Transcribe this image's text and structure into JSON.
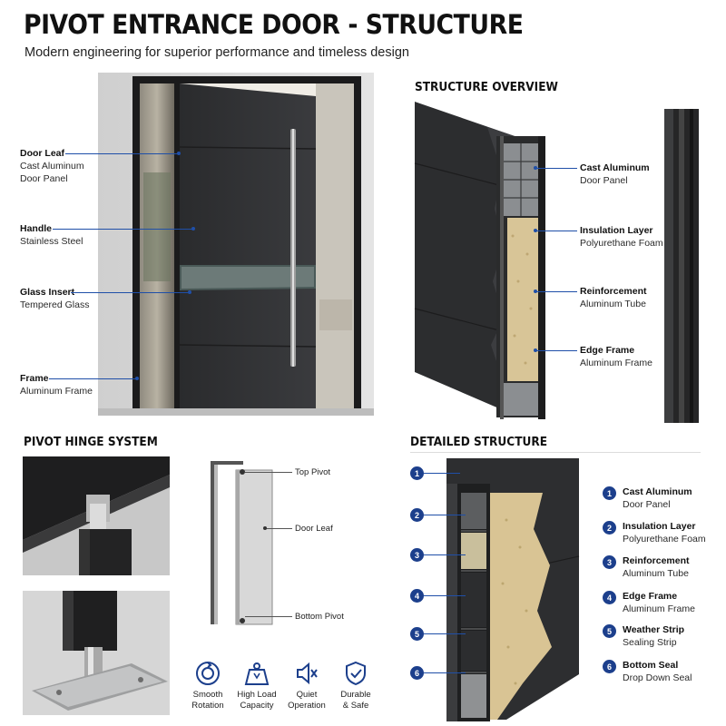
{
  "header": {
    "title": "PIVOT ENTRANCE DOOR - STRUCTURE",
    "subtitle": "Modern engineering for superior performance and timeless design"
  },
  "door_labels": [
    {
      "title": "Door Leaf",
      "sub1": "Cast Aluminum",
      "sub2": "Door Panel"
    },
    {
      "title": "Handle",
      "sub1": "Stainless Steel"
    },
    {
      "title": "Glass Insert",
      "sub1": "Tempered Glass"
    },
    {
      "title": "Frame",
      "sub1": "Aluminum Frame"
    }
  ],
  "structure_overview": {
    "heading": "STRUCTURE OVERVIEW",
    "labels": [
      {
        "title": "Cast Aluminum",
        "sub": "Door Panel"
      },
      {
        "title": "Insulation Layer",
        "sub": "Polyurethane Foam"
      },
      {
        "title": "Reinforcement",
        "sub": "Aluminum Tube"
      },
      {
        "title": "Edge Frame",
        "sub": "Aluminum Frame"
      }
    ]
  },
  "pivot_hinge": {
    "heading": "PIVOT HINGE SYSTEM",
    "diagram_labels": {
      "top": "Top Pivot",
      "leaf": "Door Leaf",
      "bottom": "Bottom Pivot"
    },
    "features": [
      {
        "icon": "rotation-icon",
        "line1": "Smooth",
        "line2": "Rotation"
      },
      {
        "icon": "weight-icon",
        "line1": "High Load",
        "line2": "Capacity"
      },
      {
        "icon": "mute-icon",
        "line1": "Quiet",
        "line2": "Operation"
      },
      {
        "icon": "shield-icon",
        "line1": "Durable",
        "line2": "& Safe"
      }
    ]
  },
  "detailed_structure": {
    "heading": "DETAILED STRUCTURE",
    "items": [
      {
        "n": "1",
        "title": "Cast Aluminum",
        "sub": "Door Panel"
      },
      {
        "n": "2",
        "title": "Insulation Layer",
        "sub": "Polyurethane Foam"
      },
      {
        "n": "3",
        "title": "Reinforcement",
        "sub": "Aluminum Tube"
      },
      {
        "n": "4",
        "title": "Edge Frame",
        "sub": "Aluminum Frame"
      },
      {
        "n": "5",
        "title": "Weather Strip",
        "sub": "Sealing Strip"
      },
      {
        "n": "6",
        "title": "Bottom Seal",
        "sub": "Drop Down Seal"
      }
    ]
  },
  "colors": {
    "accent": "#1f4fa8",
    "badge": "#1c3f8c",
    "panel": "#2b2c2e"
  }
}
